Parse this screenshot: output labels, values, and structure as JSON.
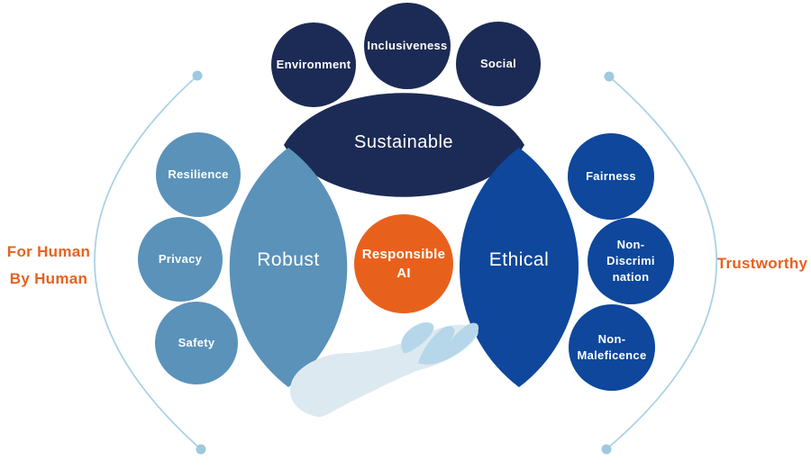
{
  "colors": {
    "navy": "#1c2b55",
    "light_blue": "#5a92ba",
    "dark_blue": "#0e479c",
    "orange": "#e8611c",
    "orange_text": "#e8611f",
    "arc": "#aad2e6",
    "arc_dot": "#9ec9df",
    "hand_light": "#dde9f0",
    "hand_dark": "#b5d7e9",
    "label_text": "#ffffff"
  },
  "center": {
    "lines": [
      "Responsible",
      "AI"
    ]
  },
  "left_caption": {
    "lines": [
      "For Human",
      "By Human"
    ]
  },
  "right_caption": {
    "label": "Trustworthy"
  },
  "sustainable": {
    "label": "Sustainable",
    "satellites": [
      {
        "lines": [
          "Environment"
        ]
      },
      {
        "lines": [
          "Inclusiveness"
        ]
      },
      {
        "lines": [
          "Social"
        ]
      }
    ]
  },
  "robust": {
    "label": "Robust",
    "satellites": [
      {
        "lines": [
          "Resilience"
        ]
      },
      {
        "lines": [
          "Privacy"
        ]
      },
      {
        "lines": [
          "Safety"
        ]
      }
    ]
  },
  "ethical": {
    "label": "Ethical",
    "satellites": [
      {
        "lines": [
          "Fairness"
        ]
      },
      {
        "lines": [
          "Non-",
          "Discrimi",
          "nation"
        ]
      },
      {
        "lines": [
          "Non-",
          "Maleficence"
        ]
      }
    ]
  }
}
